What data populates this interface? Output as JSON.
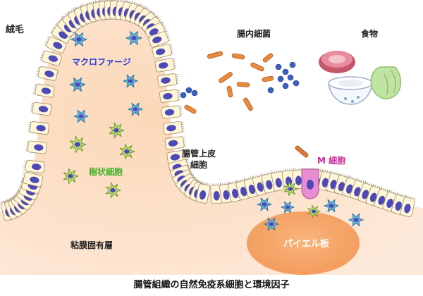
{
  "caption": "腸管組織の自然免疫系細胞と環境因子",
  "labels": {
    "villus": "絨毛",
    "macrophage": "マクロファージ",
    "dendritic_cell": "樹状細胞",
    "gut_bacteria": "腸内細菌",
    "food": "食物",
    "epithelial_cell_line1": "腸管上皮",
    "epithelial_cell_line2": "細胞",
    "m_cell": "M 細胞",
    "lamina_propria": "粘膜固有層",
    "peyers_patch": "パイエル板"
  },
  "colors": {
    "tissue": "#fbdcc2",
    "cell_fill": "#fff6d8",
    "nucleus": "#4e49b8",
    "macrophage": "#67b3d6",
    "dendritic": "#bde070",
    "peyers_patch": "#f6a86c",
    "m_cell": "#e78ed2",
    "bacteria_orange": "#e88a3a",
    "bacteria_blue": "#3a5fc0",
    "label_blue": "#2a3fd0",
    "label_green": "#45b02a",
    "label_magenta": "#cc2a9a"
  }
}
